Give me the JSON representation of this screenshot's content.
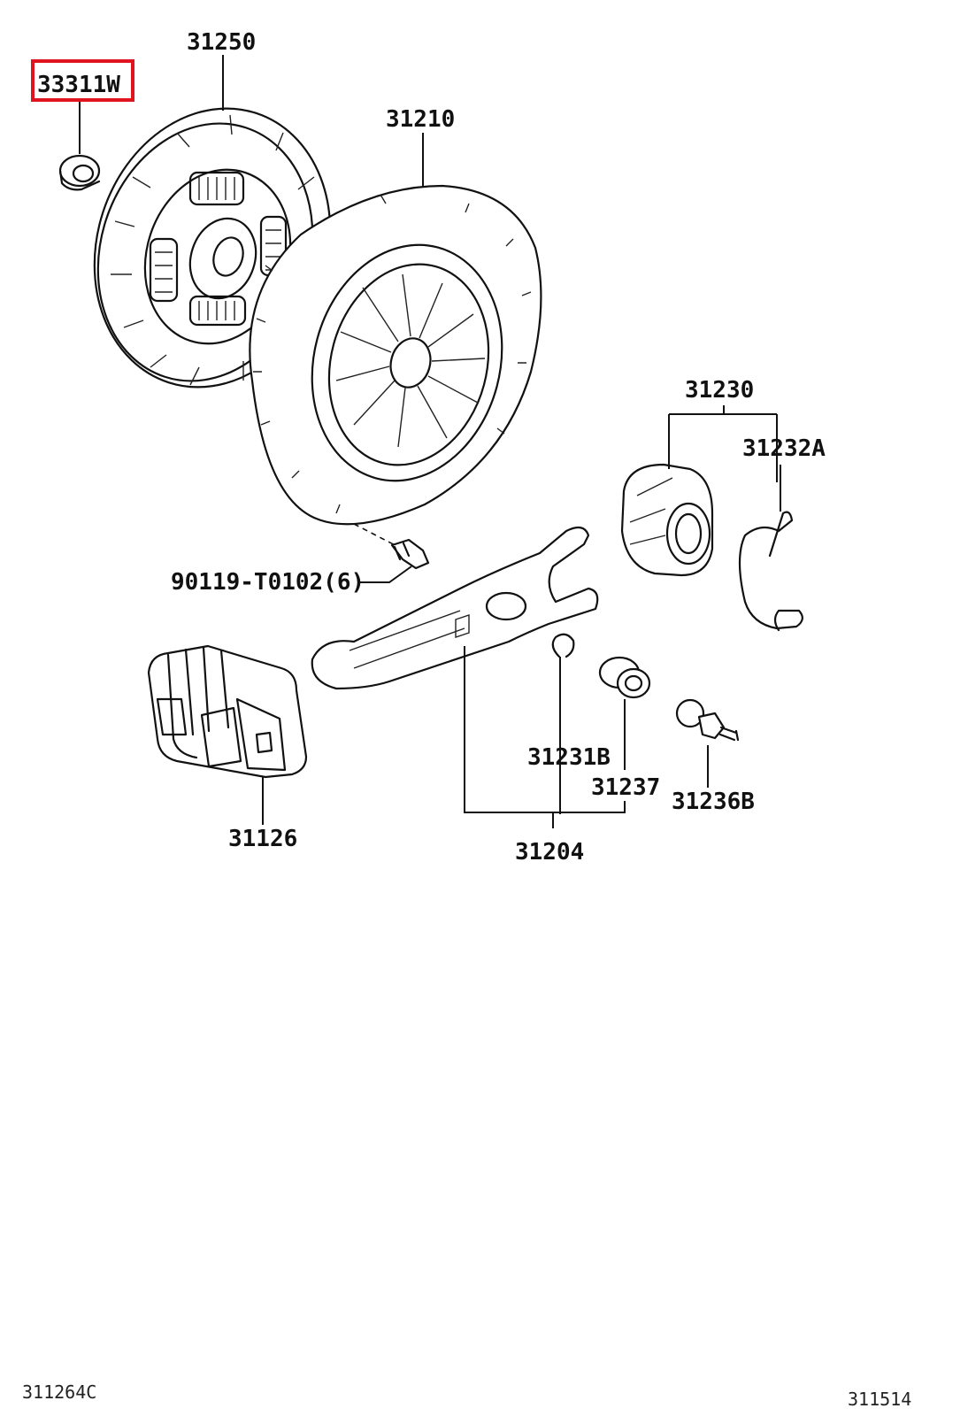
{
  "diagram": {
    "highlighted_part": "33311W",
    "parts": {
      "release_bearing_pilot": "33311W",
      "clutch_disc": "31250",
      "clutch_cover": "31210",
      "bolt": "90119-T0102(6)",
      "release_bearing_hub": "31230",
      "clip": "31232A",
      "boot": "31126",
      "snap_ring": "31231B",
      "pivot_bushing": "31237",
      "ball_stud": "31236B",
      "release_fork": "31204"
    },
    "footer": {
      "left_code": "311264C",
      "right_code": "311514"
    },
    "colors": {
      "highlight": "#e0141e",
      "line": "#111111"
    }
  }
}
